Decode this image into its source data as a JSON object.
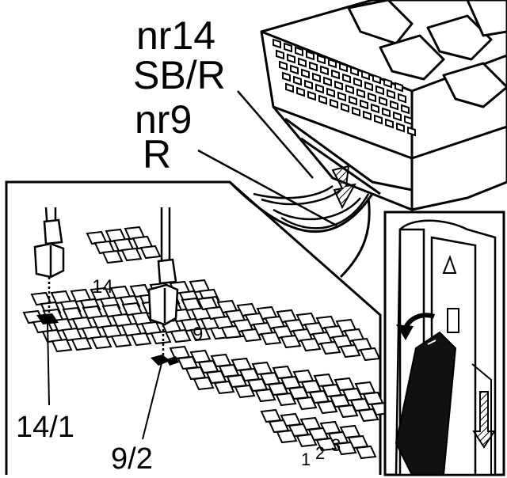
{
  "labels": {
    "wire_a_number": "nr14",
    "wire_a_color": "SB/R",
    "wire_b_number": "nr9",
    "wire_b_color": "R",
    "cavity_14": "14",
    "cavity_9": "9",
    "pin_14_1": "14/1",
    "pin_9_2": "9/2",
    "row_1": "1",
    "row_2": "2",
    "row_3": "3"
  },
  "colors": {
    "ink": "#000000",
    "paper": "#ffffff"
  }
}
